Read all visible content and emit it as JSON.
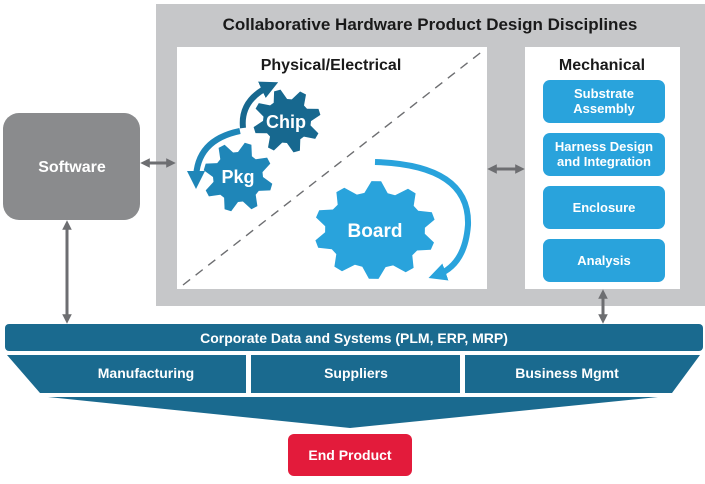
{
  "title": "Collaborative Hardware Product Design Disciplines",
  "software": {
    "label": "Software"
  },
  "physical_electrical": {
    "heading": "Physical/Electrical",
    "gears": [
      {
        "label": "Chip"
      },
      {
        "label": "Pkg"
      },
      {
        "label": "Board"
      }
    ]
  },
  "mechanical": {
    "heading": "Mechanical",
    "items": [
      {
        "line1": "Substrate",
        "line2": "Assembly"
      },
      {
        "line1": "Harness Design",
        "line2": "and Integration"
      },
      {
        "line1": "Enclosure",
        "line2": ""
      },
      {
        "line1": "Analysis",
        "line2": ""
      }
    ]
  },
  "corporate": {
    "label": "Corporate Data and Systems (PLM, ERP, MRP)",
    "sections": [
      {
        "label": "Manufacturing"
      },
      {
        "label": "Suppliers"
      },
      {
        "label": "Business Mgmt"
      }
    ]
  },
  "end_product": {
    "label": "End Product"
  },
  "colors": {
    "panel_gray": "#c6c7c9",
    "software_gray": "#8a8b8d",
    "arrow_gray": "#6d6e71",
    "dark_teal": "#17688f",
    "mid_blue": "#1f86b8",
    "light_blue": "#29a3dc",
    "corporate_blue": "#1a6a8f",
    "end_red": "#e31b3b"
  }
}
